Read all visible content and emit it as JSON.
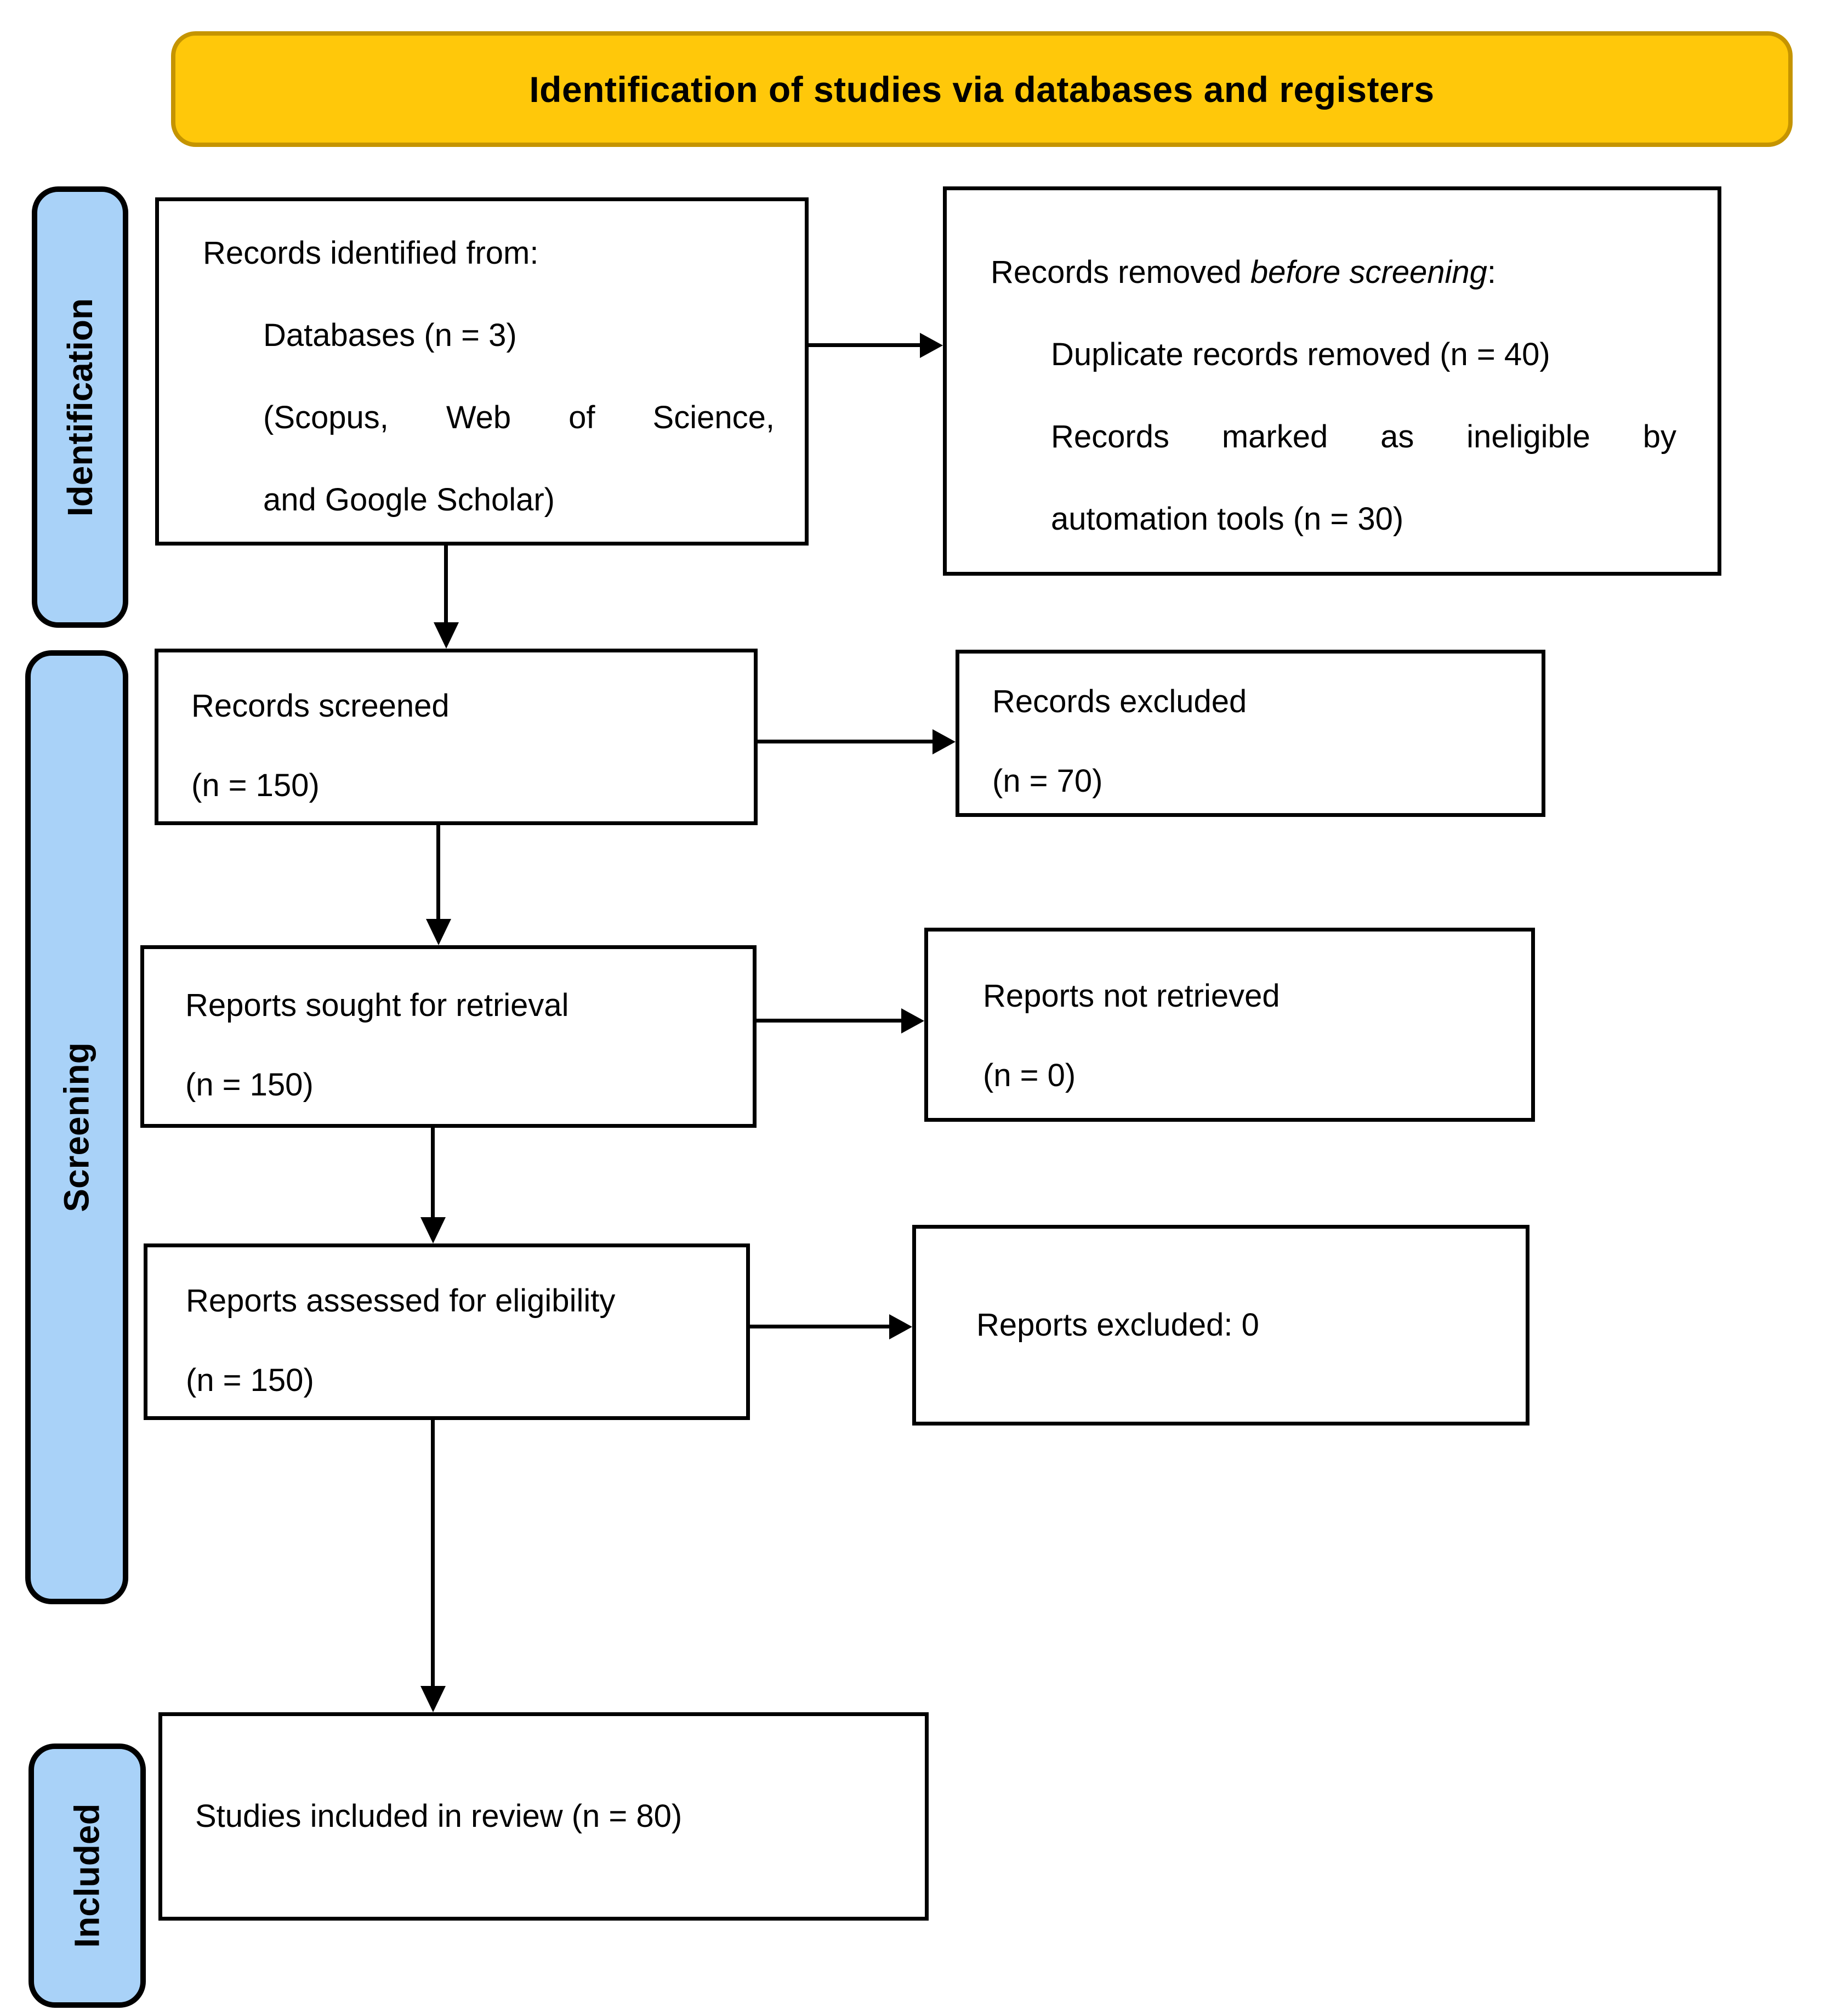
{
  "title": "Identification of studies via databases and registers",
  "colors": {
    "banner_fill": "#FFC80A",
    "banner_border": "#C59400",
    "stage_fill": "#A9D2F8",
    "ink": "#000000"
  },
  "stages": {
    "identification": "Identification",
    "screening": "Screening",
    "included": "Included"
  },
  "boxes": {
    "identified": {
      "line1": "Records identified from:",
      "line2": "Databases (n = 3)",
      "line3": "(Scopus, Web of Science,",
      "line4": "and Google Scholar)"
    },
    "removed": {
      "line1_prefix": "Records removed ",
      "line1_italic": "before screening",
      "line1_suffix": ":",
      "line2": "Duplicate records removed (n = 40)",
      "line3": "Records marked as ineligible by",
      "line4": "automation tools (n = 30)"
    },
    "screened": {
      "line1": "Records screened",
      "line2": "(n = 150)"
    },
    "records_excluded": {
      "line1": "Records excluded",
      "line2": "(n = 70)"
    },
    "sought": {
      "line1": "Reports sought for retrieval",
      "line2": "(n = 150)"
    },
    "not_retrieved": {
      "line1": "Reports not retrieved",
      "line2": "(n = 0)"
    },
    "assessed": {
      "line1": "Reports assessed for eligibility",
      "line2": "(n = 150)"
    },
    "reports_excluded": {
      "line1": "Reports excluded: 0"
    },
    "included_in_review": {
      "line1": "Studies included in review (n = 80)"
    }
  }
}
